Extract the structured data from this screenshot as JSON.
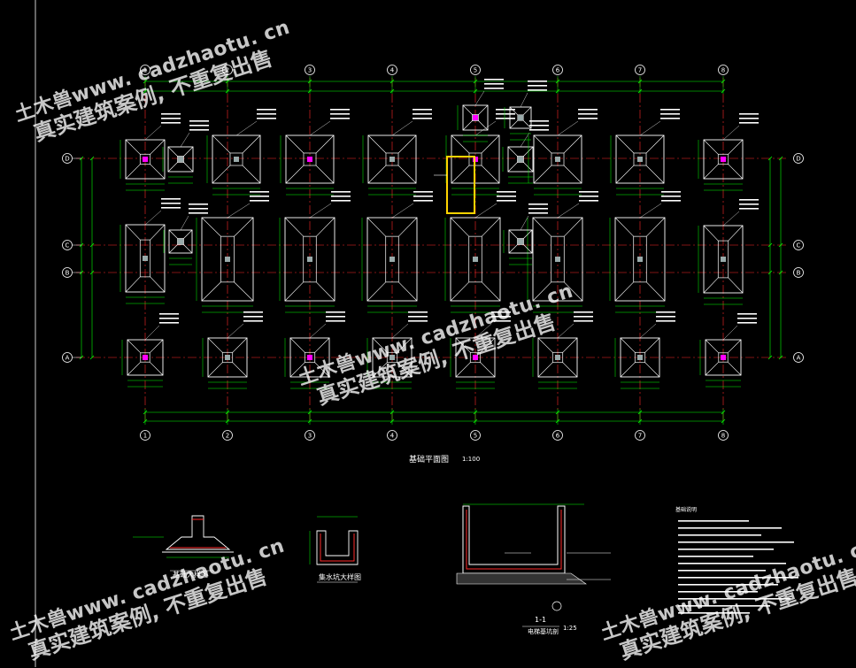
{
  "drawing": {
    "grid_columns": [
      "1",
      "2",
      "3",
      "4",
      "5",
      "6",
      "7",
      "8"
    ],
    "grid_rows": [
      "D",
      "C",
      "B",
      "A"
    ],
    "plan_title": "基础平面图",
    "plan_scale": "1:100",
    "detail_titles": {
      "footing": "基础大样图",
      "pit": "集水坑大样图",
      "section": "电梯基坑剖"
    },
    "section_mark": "1-1",
    "section_scale": "1:25",
    "notes_title": "基础说明",
    "note_lines_count": 14
  },
  "watermarks": [
    {
      "line1": "土木兽www. cadzhaotu. cn",
      "line2": "真实建筑案例, 不重复出售"
    },
    {
      "line1": "土木兽www. cadzhaotu. cn",
      "line2": "真实建筑案例, 不重复出售"
    },
    {
      "line1": "土木兽www. cadzhaotu. cn",
      "line2": "真实建筑案例, 不重复出售"
    },
    {
      "line1": "土木兽www. cadzhaotu. cn",
      "line2": "真实建筑案例, 不重复出售"
    }
  ],
  "colors": {
    "background": "#000000",
    "dimension": "#00ff00",
    "axis": "#ff2a2a",
    "outline": "#ffffff",
    "column": "#ff00ff",
    "highlight": "#ffd400",
    "text": "#ffffff"
  }
}
